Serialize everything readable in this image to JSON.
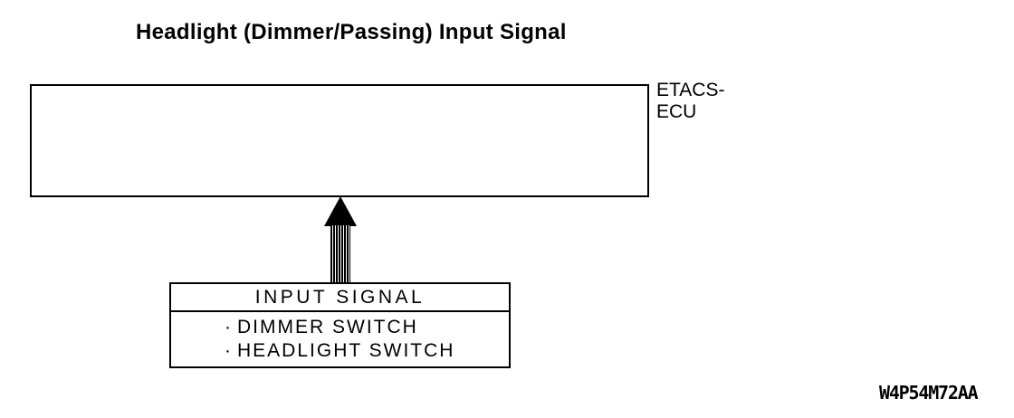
{
  "title": "Headlight (Dimmer/Passing) Input Signal",
  "colors": {
    "ink": "#000000",
    "paper": "#ffffff"
  },
  "ecu": {
    "label": "ETACS-\nECU"
  },
  "arrow": {
    "name": "signal-flow-up-arrow",
    "direction": "up",
    "style": "striped-shaft-solid-head"
  },
  "input_signal_box": {
    "header": "INPUT SIGNAL",
    "items": [
      {
        "bullet": "·",
        "label": "DIMMER SWITCH"
      },
      {
        "bullet": "·",
        "label": "HEADLIGHT SWITCH"
      }
    ]
  },
  "figure_code": "W4P54M72AA"
}
